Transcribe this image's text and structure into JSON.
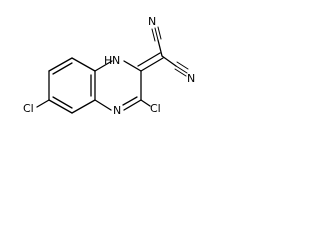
{
  "molecule": {
    "atoms": {
      "nh": "N",
      "nh_h": "H",
      "n_ring": "N",
      "cl_left": "Cl",
      "cl_right": "Cl",
      "n_top": "N",
      "n_bottom": "N"
    },
    "colors": {
      "bond": "#000000",
      "text": "#000000",
      "background": "#ffffff"
    }
  }
}
